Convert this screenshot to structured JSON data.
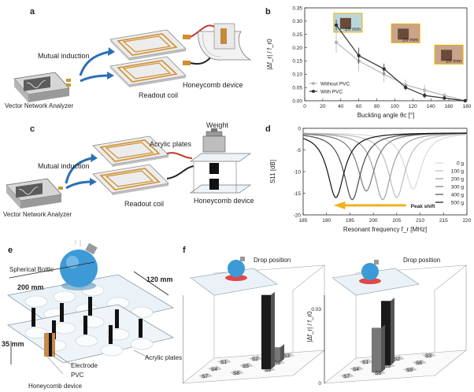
{
  "panel_labels": [
    "a",
    "b",
    "c",
    "d",
    "e",
    "f"
  ],
  "panel_a": {
    "mutual_induction": "Mutual induction",
    "readout_coil": "Readout coil",
    "vna": "Vector Network Analyzer",
    "honeycomb": "Honeycomb device"
  },
  "panel_c": {
    "weight": "Weight",
    "acrylic_plates": "Acrylic plates",
    "mutual_induction": "Mutual induction",
    "readout_coil": "Readout coil",
    "vna": "Vector Network Analyzer",
    "honeycomb": "Honeycomb device"
  },
  "panel_e": {
    "spherical_bottle": "Spherical Bottle",
    "dim_width": "200 mm",
    "dim_depth": "120 mm",
    "dim_height": "35 mm",
    "acrylic_plates": "Acrylic plates",
    "electrode": "Electrode",
    "pvc": "PVC",
    "honeycomb": "Honeycomb device"
  },
  "panel_f": {
    "drop_position": "Drop position",
    "y_tick_top": "0.03",
    "y_tick_bottom": "0",
    "sensor_labels": [
      "S1",
      "S2",
      "S3",
      "S4",
      "S5",
      "S6",
      "S7",
      "S8",
      "S9"
    ]
  },
  "chart_data": [
    {
      "type": "line",
      "panel": "b",
      "xlabel": "Buckling angle θc [°]",
      "ylabel": "|Δf_r| / f_r0",
      "xlim": [
        0,
        180
      ],
      "ylim": [
        0,
        0.35
      ],
      "xticks": [
        0,
        20,
        40,
        60,
        80,
        100,
        120,
        140,
        160,
        180
      ],
      "yticks": [
        0,
        0.05,
        0.1,
        0.15,
        0.2,
        0.25,
        0.3,
        0.35
      ],
      "inset_scale_text": [
        "20 mm",
        "20 mm",
        "20 mm"
      ],
      "legend_position": "bottom-left",
      "series": [
        {
          "name": "Without PVC",
          "color": "#b5b5b5",
          "x": [
            35,
            60,
            88,
            112,
            133,
            155,
            178
          ],
          "y": [
            0.22,
            0.15,
            0.1,
            0.06,
            0.04,
            0.02,
            0.0
          ],
          "err": [
            0.04,
            0.04,
            0.03,
            0.02,
            0.02,
            0.01,
            0.005
          ]
        },
        {
          "name": "With PVC",
          "color": "#333333",
          "x": [
            35,
            60,
            88,
            112,
            133,
            155,
            178
          ],
          "y": [
            0.285,
            0.17,
            0.12,
            0.05,
            0.02,
            0.01,
            0.0
          ],
          "err": [
            0.02,
            0.03,
            0.02,
            0.01,
            0.01,
            0.005,
            0.005
          ]
        }
      ]
    },
    {
      "type": "line",
      "panel": "d",
      "xlabel": "Resonant frequency f_r [MHz]",
      "ylabel": "S11 [dB]",
      "xlim": [
        185,
        220
      ],
      "ylim": [
        -20,
        0
      ],
      "xticks": [
        185,
        190,
        195,
        200,
        205,
        210,
        215,
        220
      ],
      "yticks": [
        -20,
        -15,
        -10,
        -5,
        0
      ],
      "annotation": "Peak shift",
      "legend_position": "right",
      "series": [
        {
          "name": "0 g",
          "color": "#d9d9d9",
          "center": 208.5,
          "depth": -14.0
        },
        {
          "name": "100 g",
          "color": "#bdbdbd",
          "center": 205.0,
          "depth": -16.0
        },
        {
          "name": "200 g",
          "color": "#a0a0a0",
          "center": 202.0,
          "depth": -16.5
        },
        {
          "name": "300 g",
          "color": "#7a7a7a",
          "center": 198.5,
          "depth": -14.5
        },
        {
          "name": "400 g",
          "color": "#4a4a4a",
          "center": 195.5,
          "depth": -16.5
        },
        {
          "name": "500 g",
          "color": "#111111",
          "center": 192.0,
          "depth": -16.0
        }
      ]
    },
    {
      "type": "bar",
      "panel": "f-left",
      "categories": [
        "S1",
        "S2",
        "S3",
        "S4",
        "S5",
        "S6",
        "S7",
        "S8",
        "S9"
      ],
      "values": [
        0,
        0,
        0,
        0,
        0,
        0.006,
        0,
        0,
        0.03
      ],
      "ylim": [
        0,
        0.035
      ]
    },
    {
      "type": "bar",
      "panel": "f-right",
      "categories": [
        "S1",
        "S2",
        "S3",
        "S4",
        "S5",
        "S6",
        "S7",
        "S8",
        "S9"
      ],
      "values": [
        0,
        0,
        0,
        0,
        0.026,
        0,
        0,
        0.018,
        0
      ],
      "ylim": [
        0,
        0.035
      ]
    }
  ]
}
